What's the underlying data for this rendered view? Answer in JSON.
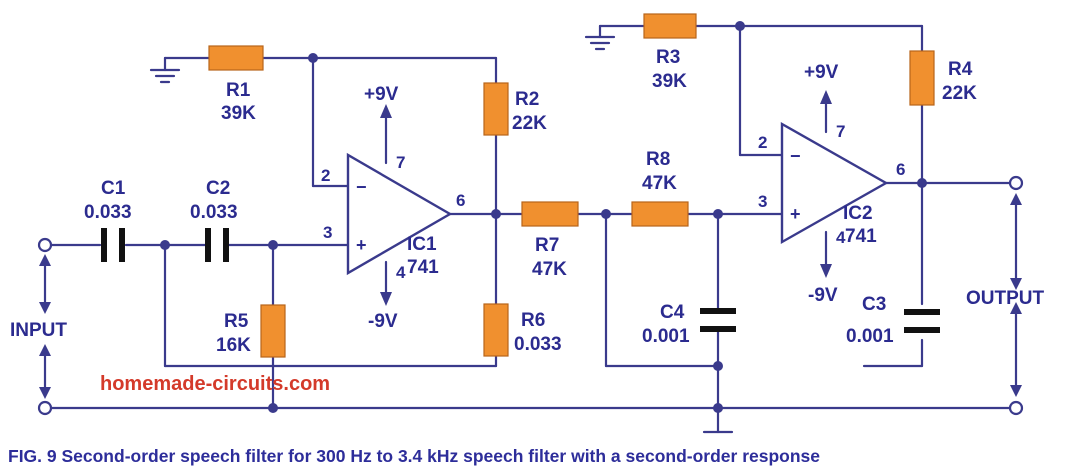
{
  "components": {
    "r1": {
      "name": "R1",
      "value": "39K"
    },
    "r2": {
      "name": "R2",
      "value": "22K"
    },
    "r3": {
      "name": "R3",
      "value": "39K"
    },
    "r4": {
      "name": "R4",
      "value": "22K"
    },
    "r5": {
      "name": "R5",
      "value": "16K"
    },
    "r6": {
      "name": "R6",
      "value": "0.033"
    },
    "r7": {
      "name": "R7",
      "value": "47K"
    },
    "r8": {
      "name": "R8",
      "value": "47K"
    },
    "c1": {
      "name": "C1",
      "value": "0.033"
    },
    "c2": {
      "name": "C2",
      "value": "0.033"
    },
    "c3": {
      "name": "C3",
      "value": "0.001"
    },
    "c4": {
      "name": "C4",
      "value": "0.001"
    },
    "ic1": {
      "name": "IC1",
      "part": "741"
    },
    "ic2": {
      "name": "IC2",
      "part": "741"
    }
  },
  "pins": {
    "ic1_inv": "2",
    "ic1_noninv": "3",
    "ic1_vpos": "7",
    "ic1_vneg": "4",
    "ic1_out": "6",
    "ic2_inv": "2",
    "ic2_noninv": "3",
    "ic2_vpos": "7",
    "ic2_vneg": "4",
    "ic2_out": "6"
  },
  "supplies": {
    "ic1_pos": "+9V",
    "ic1_neg": "-9V",
    "ic2_pos": "+9V",
    "ic2_neg": "-9V"
  },
  "opamp_signs": {
    "minus": "−",
    "plus": "+"
  },
  "terminals": {
    "input": "INPUT",
    "output": "OUTPUT"
  },
  "watermark": "homemade-circuits.com",
  "caption": "FIG. 9 Second-order speech filter for 300 Hz to 3.4 kHz speech filter with a second-order response",
  "colors": {
    "wire": "#3a3a8c",
    "resistor": "#f0902f",
    "capacitor": "#111111",
    "text": "#2b2b8f",
    "watermark": "#d43a2a"
  }
}
